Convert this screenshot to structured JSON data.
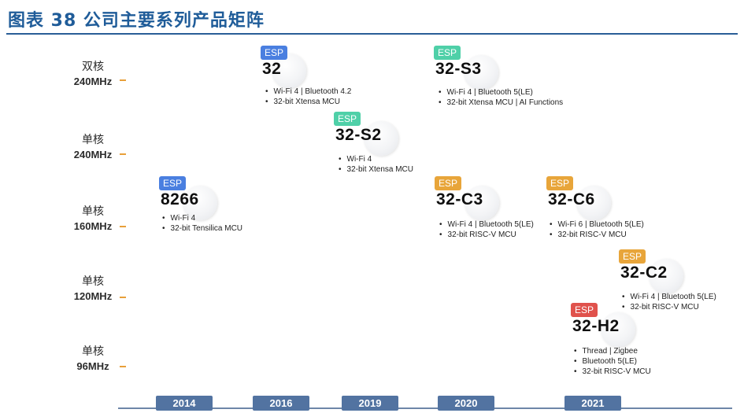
{
  "title": "图表 38 公司主要系列产品矩阵",
  "rows": [
    {
      "cores": "双核",
      "freq": "240MHz"
    },
    {
      "cores": "单核",
      "freq": "240MHz"
    },
    {
      "cores": "单核",
      "freq": "160MHz"
    },
    {
      "cores": "单核",
      "freq": "120MHz"
    },
    {
      "cores": "单核",
      "freq": "96MHz"
    }
  ],
  "years": [
    "2014",
    "2016",
    "2019",
    "2020",
    "2021"
  ],
  "colors": {
    "blue": "#4a7fe0",
    "green": "#4fd0a8",
    "orange": "#e8a53a",
    "red": "#e0524c",
    "axis": "#5273a1"
  },
  "chips": [
    {
      "badge": "ESP",
      "name": "8266",
      "badge_color": "blue",
      "features": [
        "Wi-Fi 4",
        "32-bit Tensilica MCU"
      ]
    },
    {
      "badge": "ESP",
      "name": "32",
      "badge_color": "blue",
      "features": [
        "Wi-Fi 4 | Bluetooth 4.2",
        "32-bit Xtensa MCU"
      ]
    },
    {
      "badge": "ESP",
      "name": "32-S2",
      "badge_color": "green",
      "features": [
        "Wi-Fi 4",
        "32-bit Xtensa MCU"
      ]
    },
    {
      "badge": "ESP",
      "name": "32-S3",
      "badge_color": "green",
      "features": [
        "Wi-Fi 4 | Bluetooth 5(LE)",
        "32-bit Xtensa MCU | AI Functions"
      ]
    },
    {
      "badge": "ESP",
      "name": "32-C3",
      "badge_color": "orange",
      "features": [
        "Wi-Fi 4 | Bluetooth 5(LE)",
        "32-bit RISC-V MCU"
      ]
    },
    {
      "badge": "ESP",
      "name": "32-C6",
      "badge_color": "orange",
      "features": [
        "Wi-Fi 6 | Bluetooth 5(LE)",
        "32-bit RISC-V MCU"
      ]
    },
    {
      "badge": "ESP",
      "name": "32-C2",
      "badge_color": "orange",
      "features": [
        "Wi-Fi 4 | Bluetooth 5(LE)",
        "32-bit RISC-V MCU"
      ]
    },
    {
      "badge": "ESP",
      "name": "32-H2",
      "badge_color": "red",
      "features": [
        "Thread | Zigbee",
        "Bluetooth 5(LE)",
        "32-bit RISC-V MCU"
      ]
    }
  ]
}
